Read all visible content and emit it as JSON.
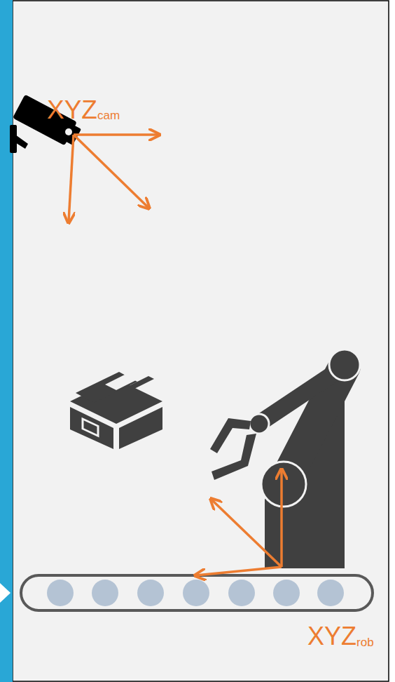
{
  "diagram": {
    "labels": [
      "XYZ",
      "cam",
      "XYZ",
      "rob"
    ]
  }
}
